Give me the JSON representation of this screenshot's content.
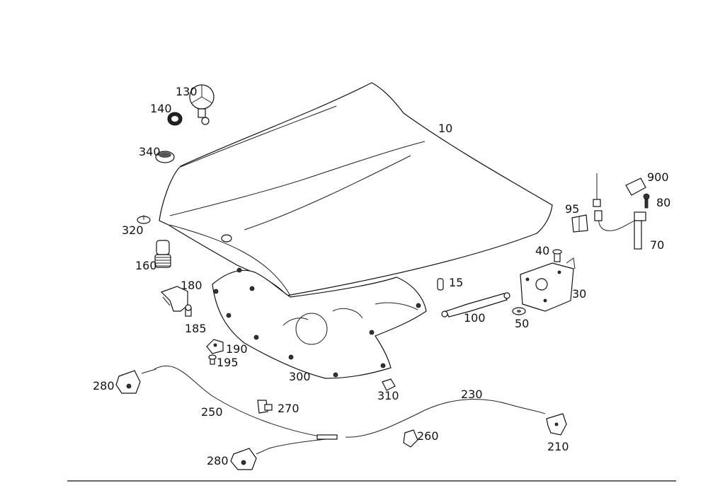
{
  "diagram": {
    "callouts": [
      {
        "id": "c10",
        "text": "10"
      },
      {
        "id": "c15",
        "text": "15"
      },
      {
        "id": "c30",
        "text": "30"
      },
      {
        "id": "c40",
        "text": "40"
      },
      {
        "id": "c50",
        "text": "50"
      },
      {
        "id": "c70",
        "text": "70"
      },
      {
        "id": "c80",
        "text": "80"
      },
      {
        "id": "c95",
        "text": "95"
      },
      {
        "id": "c100",
        "text": "100"
      },
      {
        "id": "c130",
        "text": "130"
      },
      {
        "id": "c140",
        "text": "140"
      },
      {
        "id": "c160",
        "text": "160"
      },
      {
        "id": "c180",
        "text": "180"
      },
      {
        "id": "c185",
        "text": "185"
      },
      {
        "id": "c190",
        "text": "190"
      },
      {
        "id": "c195",
        "text": "195"
      },
      {
        "id": "c210",
        "text": "210"
      },
      {
        "id": "c230",
        "text": "230"
      },
      {
        "id": "c250",
        "text": "250"
      },
      {
        "id": "c260",
        "text": "260"
      },
      {
        "id": "c270",
        "text": "270"
      },
      {
        "id": "c280a",
        "text": "280"
      },
      {
        "id": "c280b",
        "text": "280"
      },
      {
        "id": "c300",
        "text": "300"
      },
      {
        "id": "c310",
        "text": "310"
      },
      {
        "id": "c320",
        "text": "320"
      },
      {
        "id": "c340",
        "text": "340"
      },
      {
        "id": "c900",
        "text": "900"
      }
    ]
  }
}
